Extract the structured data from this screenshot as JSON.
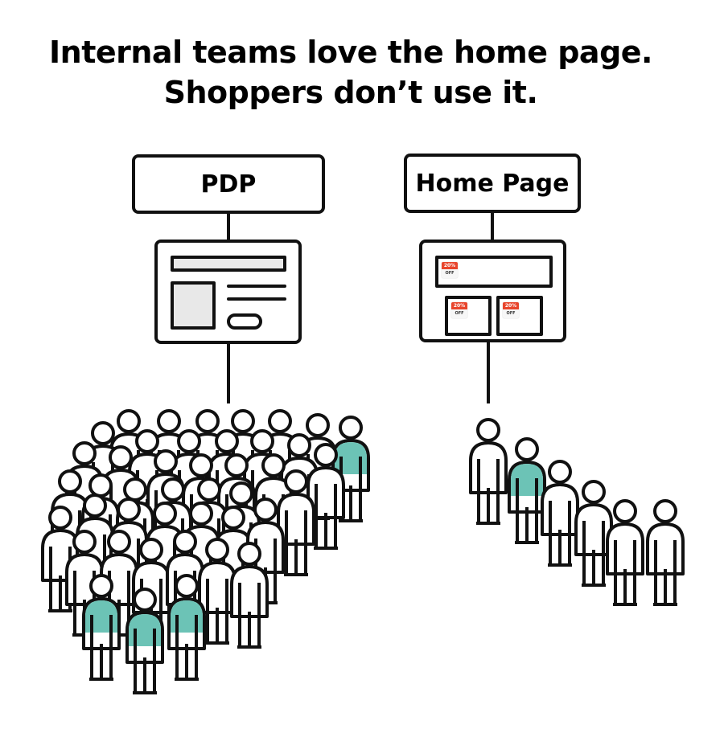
{
  "title": {
    "line1": "Internal teams love the home page.",
    "line2": "Shoppers don’t use it."
  },
  "left": {
    "label": "PDP",
    "page_icon": "product-detail-page-wireframe-icon",
    "crowd_size": "large",
    "highlight_color": "#6cc3b6"
  },
  "right": {
    "label": "Home Page",
    "page_icon": "home-page-wireframe-icon",
    "badges": [
      {
        "percent": "20%",
        "text": "OFF"
      },
      {
        "percent": "20%",
        "text": "OFF"
      },
      {
        "percent": "20%",
        "text": "OFF"
      }
    ],
    "badge_color": "#e8452c",
    "crowd_size": "small",
    "highlight_color": "#6cc3b6"
  },
  "colors": {
    "stroke": "#111111",
    "teal": "#6cc3b6",
    "placeholder_fill": "#e8e8e8",
    "background": "#ffffff"
  }
}
